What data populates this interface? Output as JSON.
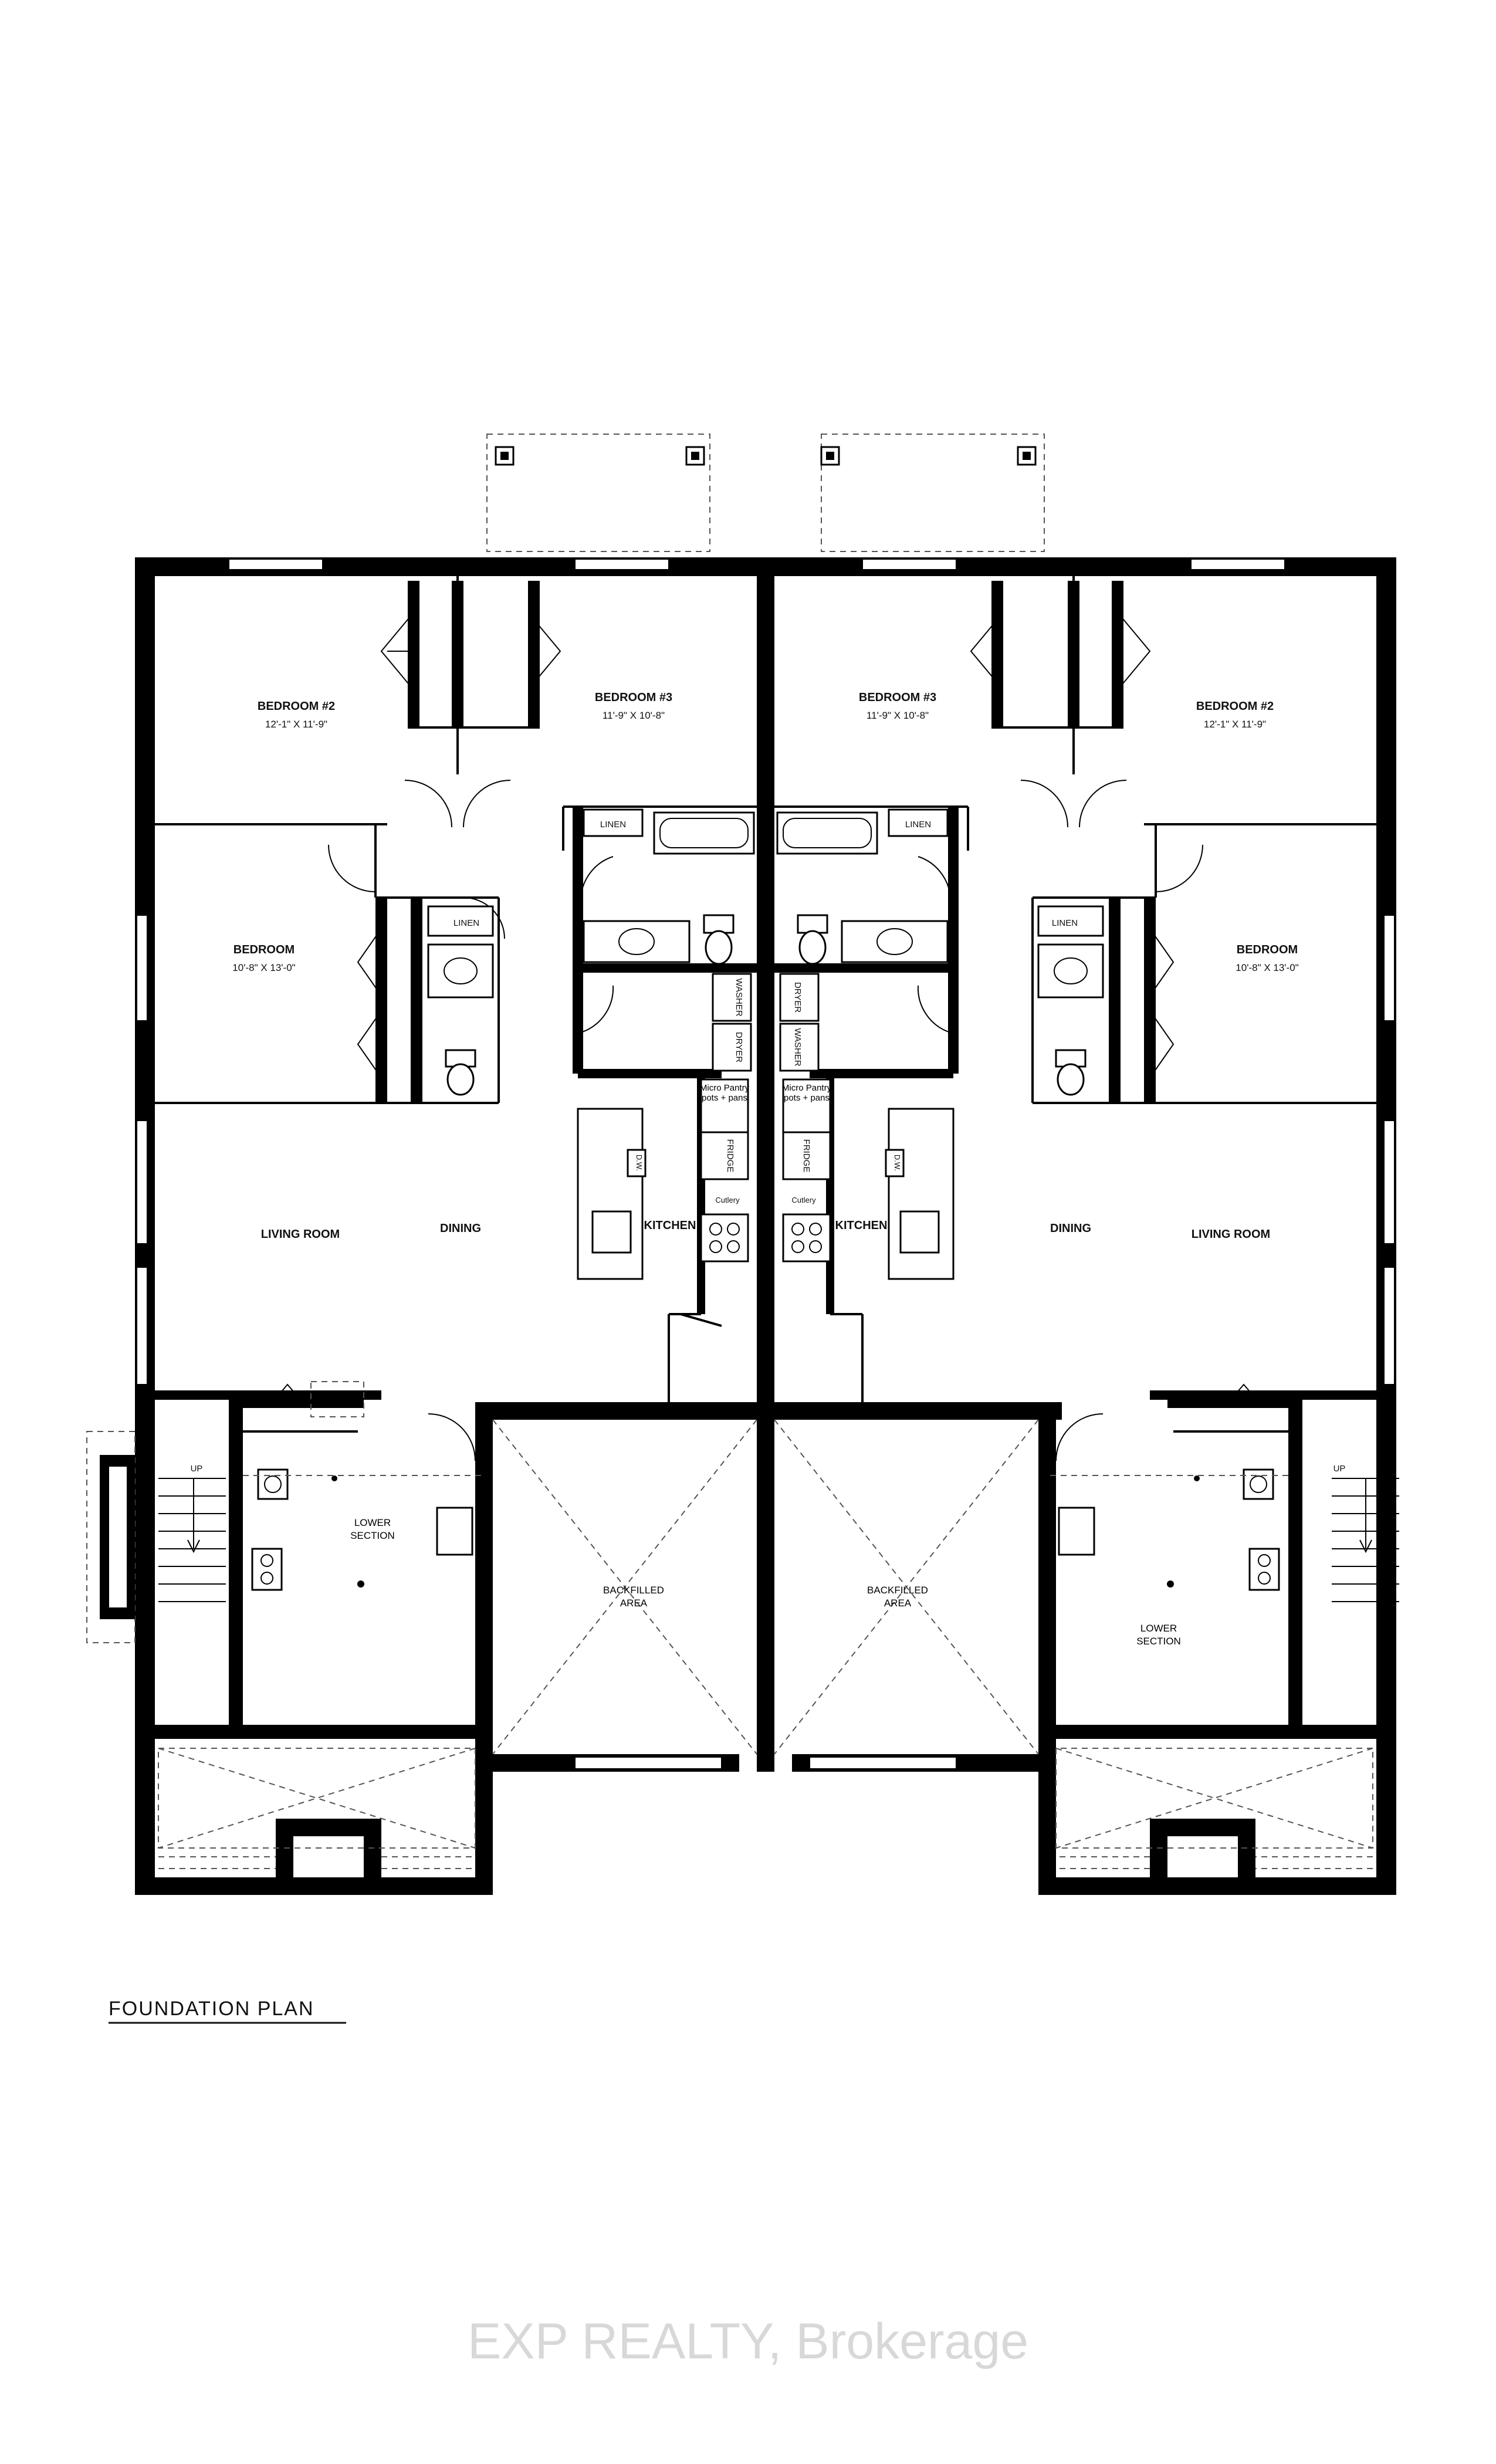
{
  "plan_title": "FOUNDATION PLAN",
  "watermark": "EXP REALTY, Brokerage",
  "units": {
    "left": {
      "bedroom2": {
        "name": "BEDROOM #2",
        "dims": "12'-1\" X 11'-9\""
      },
      "bedroom3": {
        "name": "BEDROOM #3",
        "dims": "11'-9\" X 10'-8\""
      },
      "bedroom": {
        "name": "BEDROOM",
        "dims": "10'-8\" X 13'-0\""
      },
      "linen_a": "LINEN",
      "linen_b": "LINEN",
      "washer": "WASHER",
      "dryer": "DRYER",
      "pantry": "Micro Pantry pots + pans",
      "fridge": "FRIDGE",
      "cutlery": "Cutlery",
      "dw": "D.W.",
      "kitchen": "KITCHEN",
      "dining": "DINING",
      "living": "LIVING ROOM",
      "up": "UP",
      "lower_section": "LOWER SECTION",
      "backfilled": "BACKFILLED AREA"
    },
    "right": {
      "bedroom2": {
        "name": "BEDROOM #2",
        "dims": "12'-1\" X 11'-9\""
      },
      "bedroom3": {
        "name": "BEDROOM #3",
        "dims": "11'-9\" X 10'-8\""
      },
      "bedroom": {
        "name": "BEDROOM",
        "dims": "10'-8\" X 13'-0\""
      },
      "linen_a": "LINEN",
      "linen_b": "LINEN",
      "washer": "WASHER",
      "dryer": "DRYER",
      "pantry": "Micro Pantry pots + pans",
      "fridge": "FRIDGE",
      "cutlery": "Cutlery",
      "dw": "D.W.",
      "kitchen": "KITCHEN",
      "dining": "DINING",
      "living": "LIVING ROOM",
      "up": "UP",
      "lower_section": "LOWER SECTION",
      "backfilled": "BACKFILLED AREA"
    }
  }
}
